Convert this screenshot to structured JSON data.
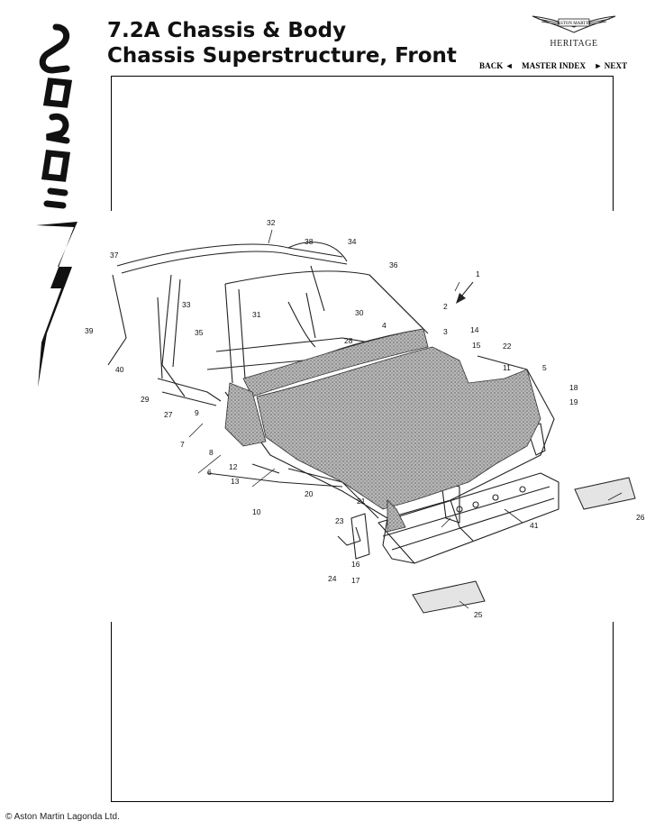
{
  "header": {
    "title_line1": "7.2A Chassis & Body",
    "title_line2": "Chassis Superstructure, Front"
  },
  "brand": {
    "logo_text": "ASTON MARTIN",
    "heritage": "HERITAGE"
  },
  "nav": {
    "back": "BACK ◄",
    "master_index": "MASTER INDEX",
    "next": "► NEXT"
  },
  "side_logo": {
    "text": "Virage"
  },
  "diagram": {
    "callouts": [
      "1",
      "2",
      "3",
      "4",
      "5",
      "6",
      "7",
      "8",
      "9",
      "10",
      "11",
      "12",
      "13",
      "14",
      "15",
      "16",
      "17",
      "18",
      "19",
      "20",
      "21",
      "22",
      "23",
      "24",
      "25",
      "26",
      "27",
      "28",
      "29",
      "30",
      "31",
      "32",
      "33",
      "34",
      "35",
      "36",
      "37",
      "38",
      "39",
      "40",
      "41"
    ]
  },
  "footer": {
    "copyright": "© Aston Martin Lagonda Ltd."
  }
}
